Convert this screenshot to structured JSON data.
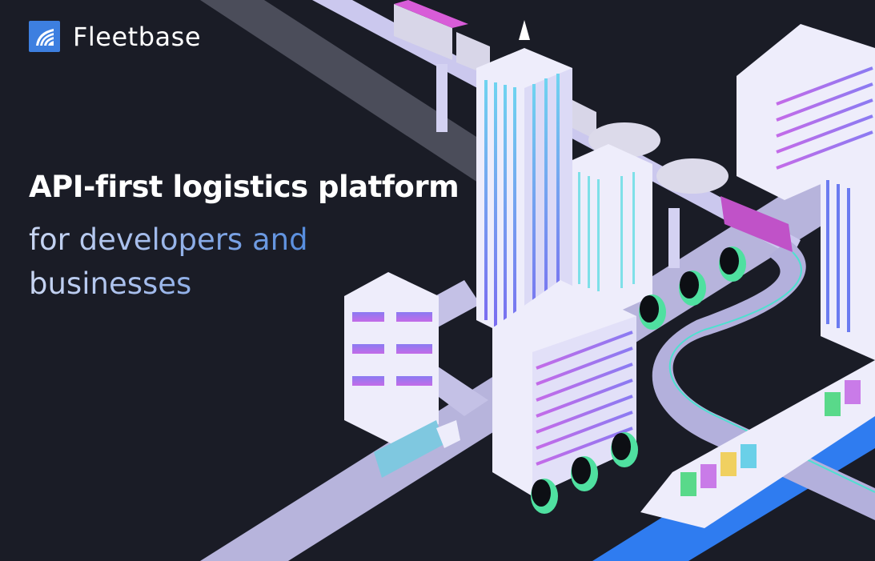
{
  "brand": {
    "name": "Fleetbase",
    "accent": "#3d7fe0"
  },
  "hero": {
    "headline": "API-first logistics platform",
    "subheadline": "for developers and businesses"
  },
  "colors": {
    "background": "#1a1c26",
    "road": "#b9b6e0",
    "building": "#e9e8fb",
    "stripe": "#6a5cf0"
  }
}
